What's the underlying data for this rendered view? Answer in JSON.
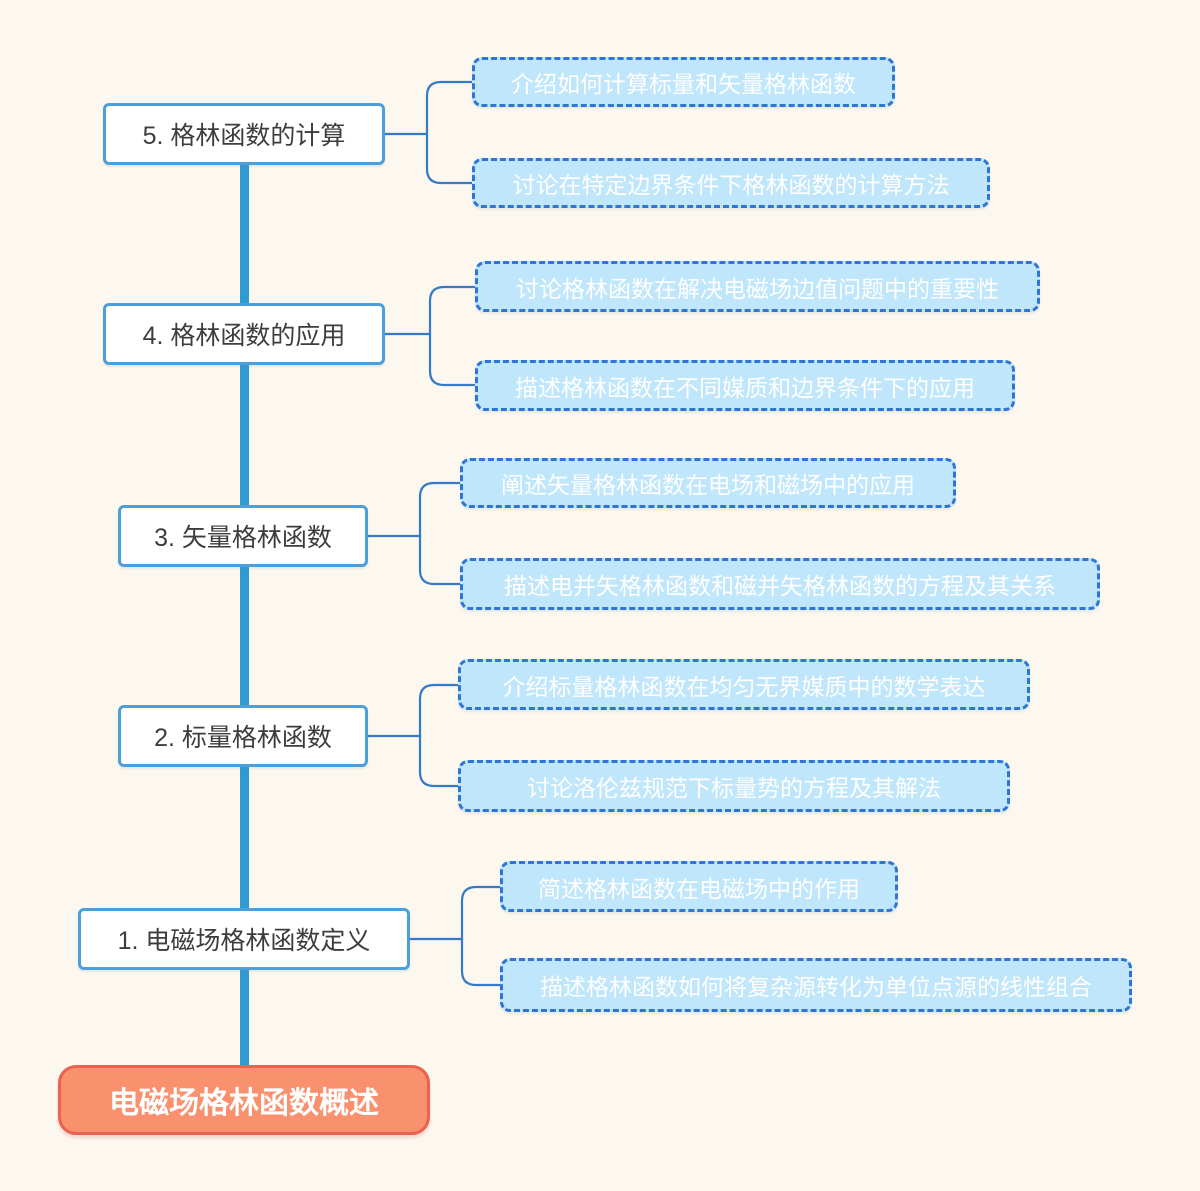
{
  "root": {
    "label": "电磁场格林函数概述"
  },
  "branches": [
    {
      "label": "5. 格林函数的计算",
      "children": [
        {
          "label": "介绍如何计算标量和矢量格林函数"
        },
        {
          "label": "讨论在特定边界条件下格林函数的计算方法"
        }
      ]
    },
    {
      "label": "4. 格林函数的应用",
      "children": [
        {
          "label": "讨论格林函数在解决电磁场边值问题中的重要性"
        },
        {
          "label": "描述格林函数在不同媒质和边界条件下的应用"
        }
      ]
    },
    {
      "label": "3. 矢量格林函数",
      "children": [
        {
          "label": "阐述矢量格林函数在电场和磁场中的应用"
        },
        {
          "label": "描述电并矢格林函数和磁并矢格林函数的方程及其关系"
        }
      ]
    },
    {
      "label": "2. 标量格林函数",
      "children": [
        {
          "label": "介绍标量格林函数在均匀无界媒质中的数学表达"
        },
        {
          "label": "讨论洛伦兹规范下标量势的方程及其解法"
        }
      ]
    },
    {
      "label": "1. 电磁场格林函数定义",
      "children": [
        {
          "label": "简述格林函数在电磁场中的作用"
        },
        {
          "label": "描述格林函数如何将复杂源转化为单位点源的线性组合"
        }
      ]
    }
  ],
  "colors": {
    "background": "#FDF8EF",
    "trunk": "#2F9AD3",
    "connector": "#3679C6",
    "branch_border": "#4BA0DC",
    "branch_fill": "#FFFFFF",
    "branch_text": "#3D3D3D",
    "leaf_fill": "#BFE6FA",
    "leaf_border": "#2F76D4",
    "leaf_text": "#FFFFFF",
    "root_fill": "#F9916F",
    "root_border": "#EA6250",
    "root_text": "#FFFFFF"
  }
}
